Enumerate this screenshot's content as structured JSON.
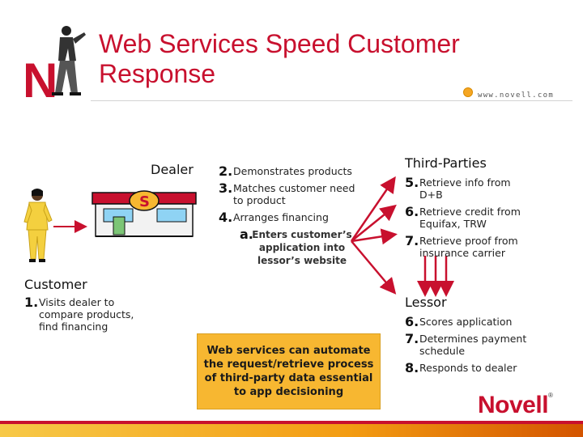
{
  "header": {
    "title": "Web Services Speed Customer Response",
    "url": "www.novell.com"
  },
  "dealer": {
    "label": "Dealer",
    "steps": [
      {
        "num": "2.",
        "text": "Demonstrates products"
      },
      {
        "num": "3.",
        "text": "Matches customer need to product"
      },
      {
        "num": "4.",
        "text": "Arranges financing"
      }
    ],
    "substep": {
      "num": "a.",
      "text": "Enters customer’s application into lessor’s website"
    },
    "sign_glyph": "S"
  },
  "third_parties": {
    "label": "Third-Parties",
    "steps": [
      {
        "num": "5.",
        "text": "Retrieve info from D+B"
      },
      {
        "num": "6.",
        "text": "Retrieve credit from Equifax, TRW"
      },
      {
        "num": "7.",
        "text": "Retrieve proof from insurance carrier"
      }
    ]
  },
  "customer": {
    "label": "Customer",
    "steps": [
      {
        "num": "1.",
        "text": "Visits dealer to compare products, find financing"
      }
    ]
  },
  "lessor": {
    "label": "Lessor",
    "steps": [
      {
        "num": "6.",
        "text": "Scores application"
      },
      {
        "num": "7.",
        "text": "Determines payment schedule"
      },
      {
        "num": "8.",
        "text": "Responds to dealer"
      }
    ]
  },
  "callout": {
    "text": "Web services can automate the request/retrieve process of third-party data essential to app decisioning"
  },
  "brand": {
    "logo": "Novell",
    "mark": "N",
    "registered": "®",
    "accent": "#c8102e",
    "highlight": "#f7b731"
  }
}
